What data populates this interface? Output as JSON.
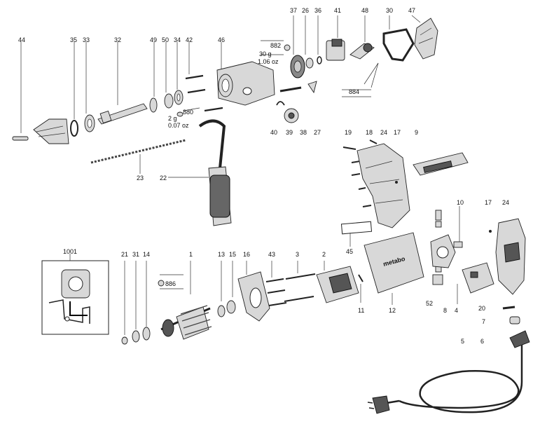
{
  "labels": {
    "l44": "44",
    "l35": "35",
    "l33": "33",
    "l32": "32",
    "l49": "49",
    "l50": "50",
    "l34": "34",
    "l42": "42",
    "l46": "46",
    "l37": "37",
    "l26": "26",
    "l36": "36",
    "l41": "41",
    "l48": "48",
    "l30": "30",
    "l47": "47",
    "l40": "40",
    "l39": "39",
    "l38": "38",
    "l27": "27",
    "l23": "23",
    "l22": "22",
    "l19": "19",
    "l18": "18",
    "l24a": "24",
    "l17a": "17",
    "l9": "9",
    "l10": "10",
    "l17b": "17",
    "l24b": "24",
    "l45": "45",
    "l52": "52",
    "l8": "8",
    "l12": "12",
    "l4": "4",
    "l20": "20",
    "l7": "7",
    "l6": "6",
    "l5": "5",
    "l1001": "1001",
    "l21": "21",
    "l31": "31",
    "l14": "14",
    "l1": "1",
    "l13": "13",
    "l15": "15",
    "l16": "16",
    "l43": "43",
    "l3": "3",
    "l2": "2",
    "l11": "11"
  },
  "lube": {
    "n882": "882",
    "w30": "30 g",
    "w106": "1.06 oz",
    "n880": "880",
    "w2": "2 g",
    "w007": "0.07 oz",
    "n884": "884",
    "n886": "886"
  },
  "brand_text": "metabo"
}
